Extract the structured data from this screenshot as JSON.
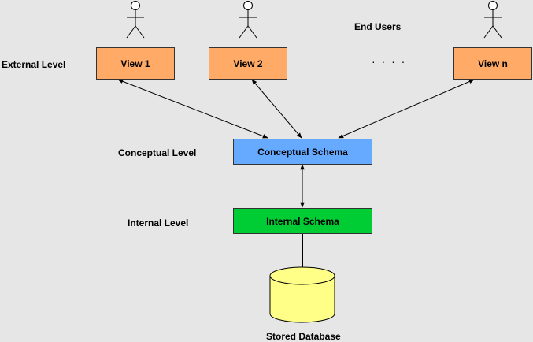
{
  "labels": {
    "end_users": "End Users",
    "external_level": "External Level",
    "conceptual_level": "Conceptual Level",
    "internal_level": "Internal Level",
    "stored_database": "Stored Database"
  },
  "views": {
    "view1": "View 1",
    "view2": "View 2",
    "viewn": "View n",
    "ellipsis": "· · · ·"
  },
  "schemas": {
    "conceptual": "Conceptual Schema",
    "internal": "Internal Schema"
  },
  "colors": {
    "view_fill": "#ffaa66",
    "conceptual_fill": "#66aaff",
    "internal_fill": "#00cc33",
    "database_fill": "#ffff88",
    "background": "#e6e6e6"
  },
  "icons": [
    "user-icon",
    "user-icon",
    "user-icon",
    "database-cylinder-icon"
  ]
}
